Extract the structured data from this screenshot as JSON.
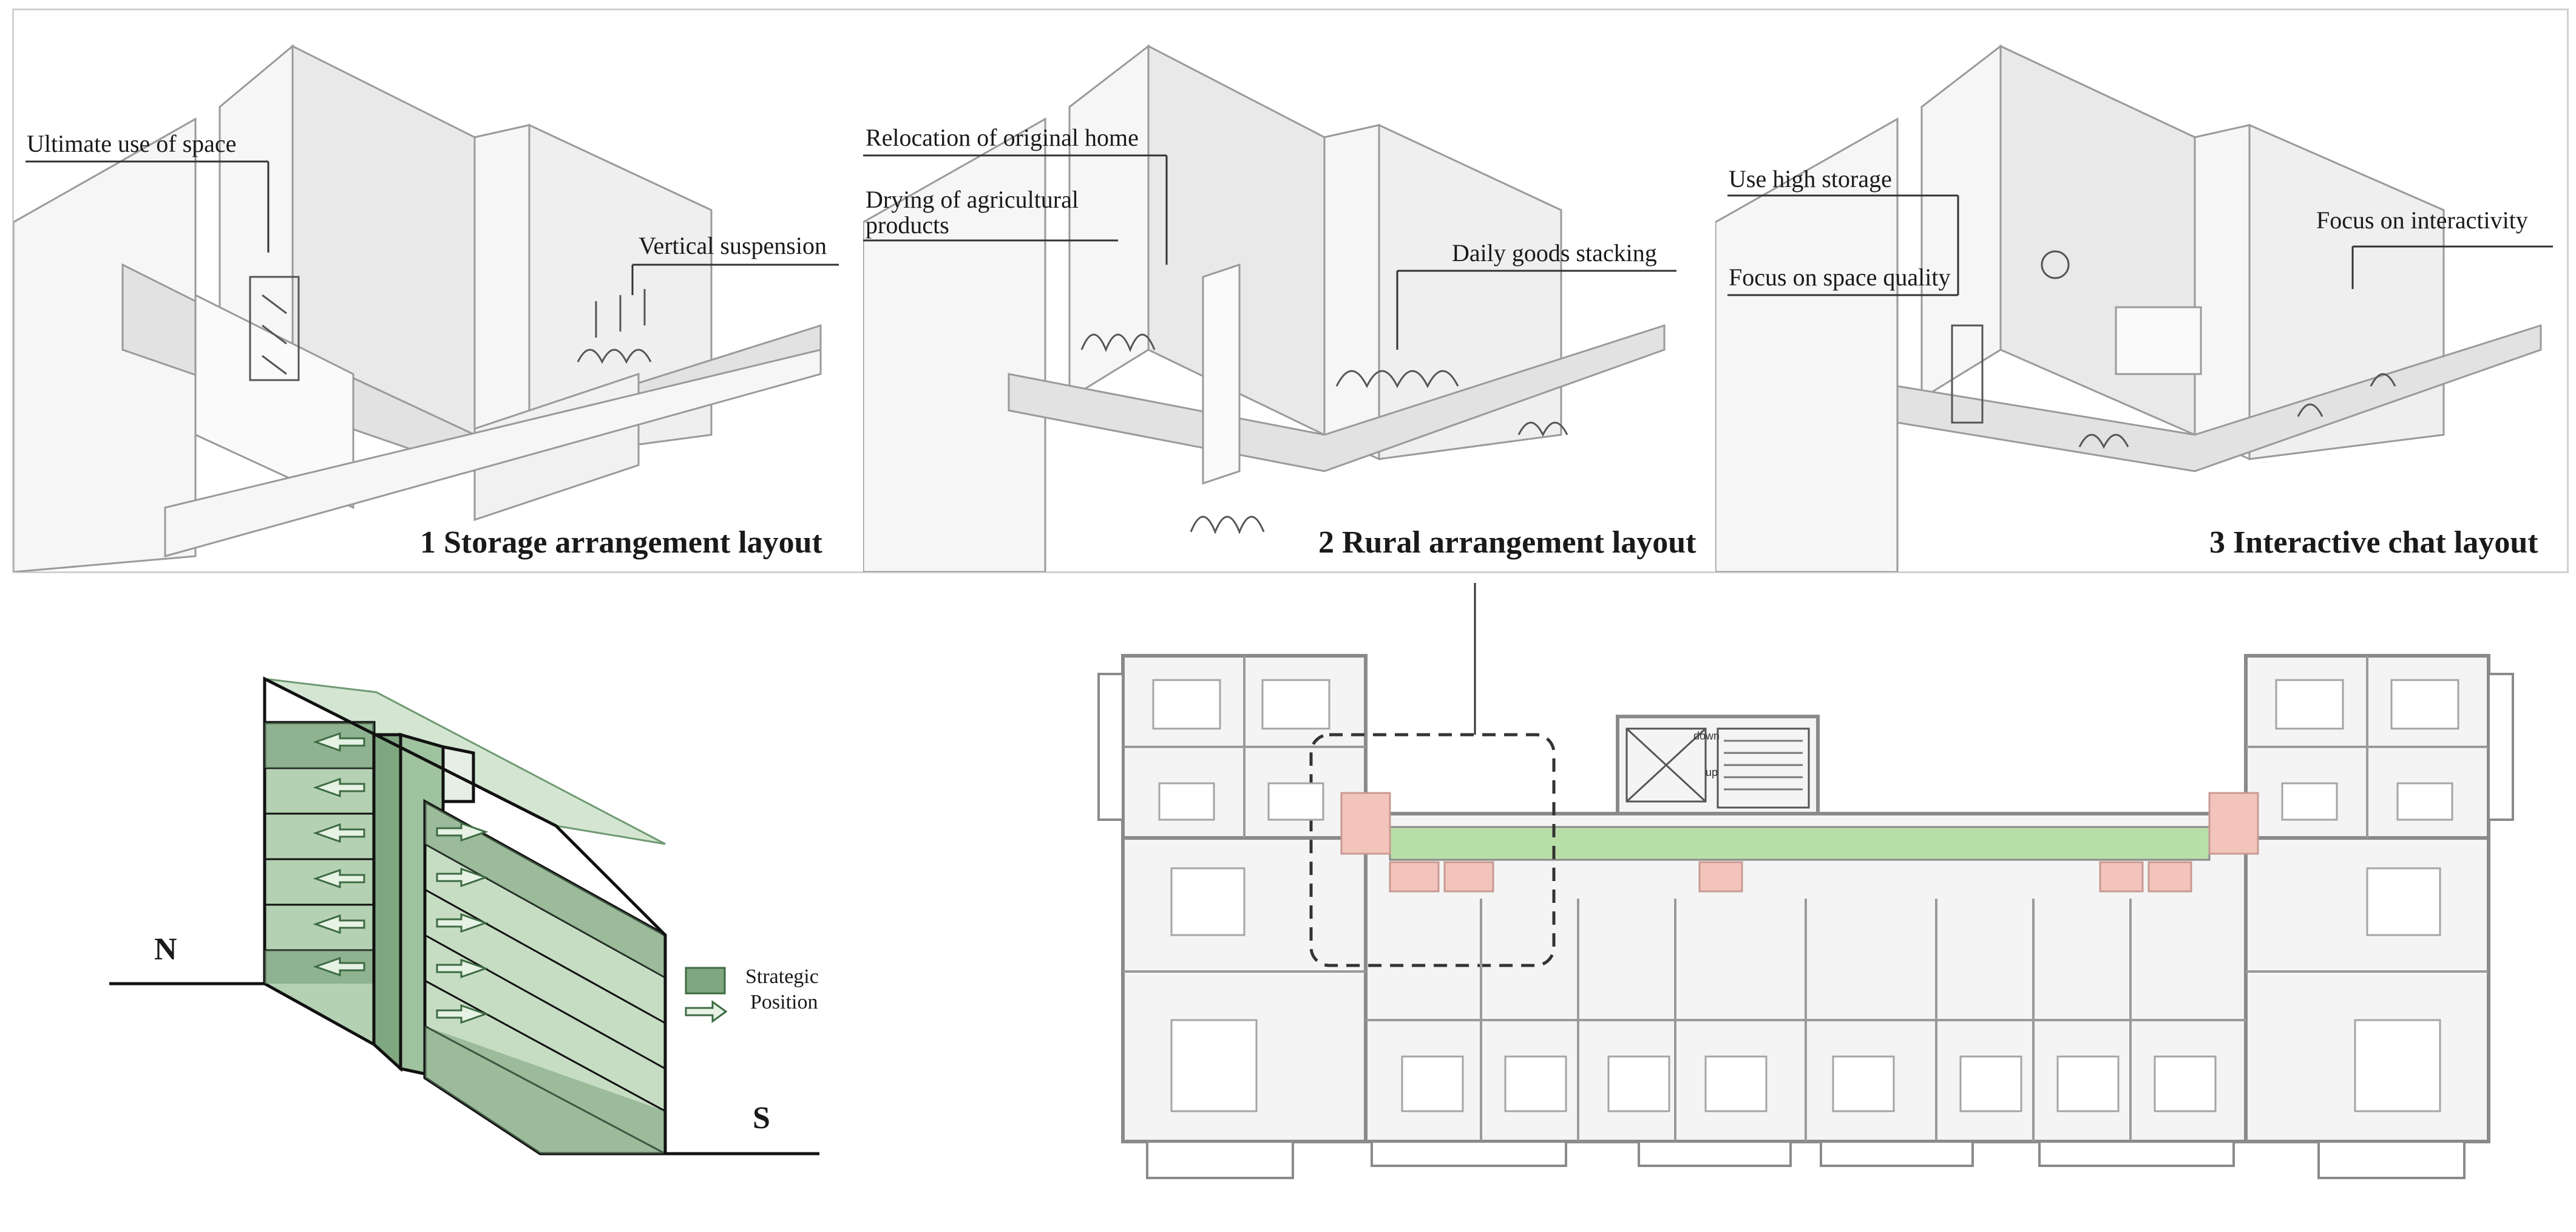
{
  "panels": [
    {
      "caption": "1 Storage arrangement layout",
      "callouts": [
        "Ultimate use of space",
        "Vertical suspension"
      ]
    },
    {
      "caption": "2 Rural arrangement layout",
      "callouts": [
        "Relocation of original home",
        "Drying of agricultural products",
        "Daily goods stacking"
      ]
    },
    {
      "caption": "3 Interactive chat layout",
      "callouts": [
        "Use high storage",
        "Focus on space quality",
        "Focus on interactivity"
      ]
    }
  ],
  "section_diagram": {
    "north_label": "N",
    "south_label": "S",
    "legend": {
      "line1": "Strategic",
      "line2": "Position"
    },
    "colors": {
      "green_dark": "#6f9a72",
      "green_mid": "#9fc29f",
      "green_light": "#d4e6d2",
      "accent": "#3d6b42"
    }
  },
  "floor_plan": {
    "stair_labels": [
      "down",
      "up"
    ],
    "colors": {
      "corridor": "#b9dfa8",
      "highlight": "#f2c4bb",
      "wall": "#8a8a8a",
      "floor": "#f4f4f4"
    }
  }
}
